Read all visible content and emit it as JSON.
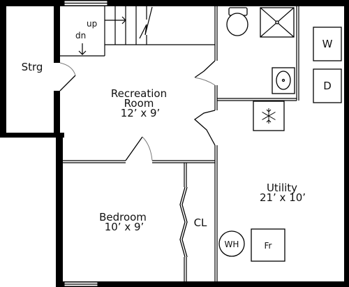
{
  "rooms": {
    "storage": {
      "label": "Strg"
    },
    "recreation": {
      "name_line1": "Recreation",
      "name_line2": "Room",
      "size": "12’ x 9’"
    },
    "utility": {
      "name": "Utility",
      "size": "21’ x 10’"
    },
    "bedroom": {
      "name": "Bedroom",
      "size": "10’ x 9’"
    },
    "closet": {
      "label": "CL"
    }
  },
  "stairs": {
    "up_label": "up",
    "down_label": "dn"
  },
  "fixtures": {
    "washer": "W",
    "dryer": "D",
    "water_heater": "WH",
    "furnace": "Fr",
    "freezer_icon": "snowflake-icon"
  },
  "colors": {
    "wall": "#000000",
    "door_swing": "#7a7a7a",
    "background": "#ffffff"
  }
}
